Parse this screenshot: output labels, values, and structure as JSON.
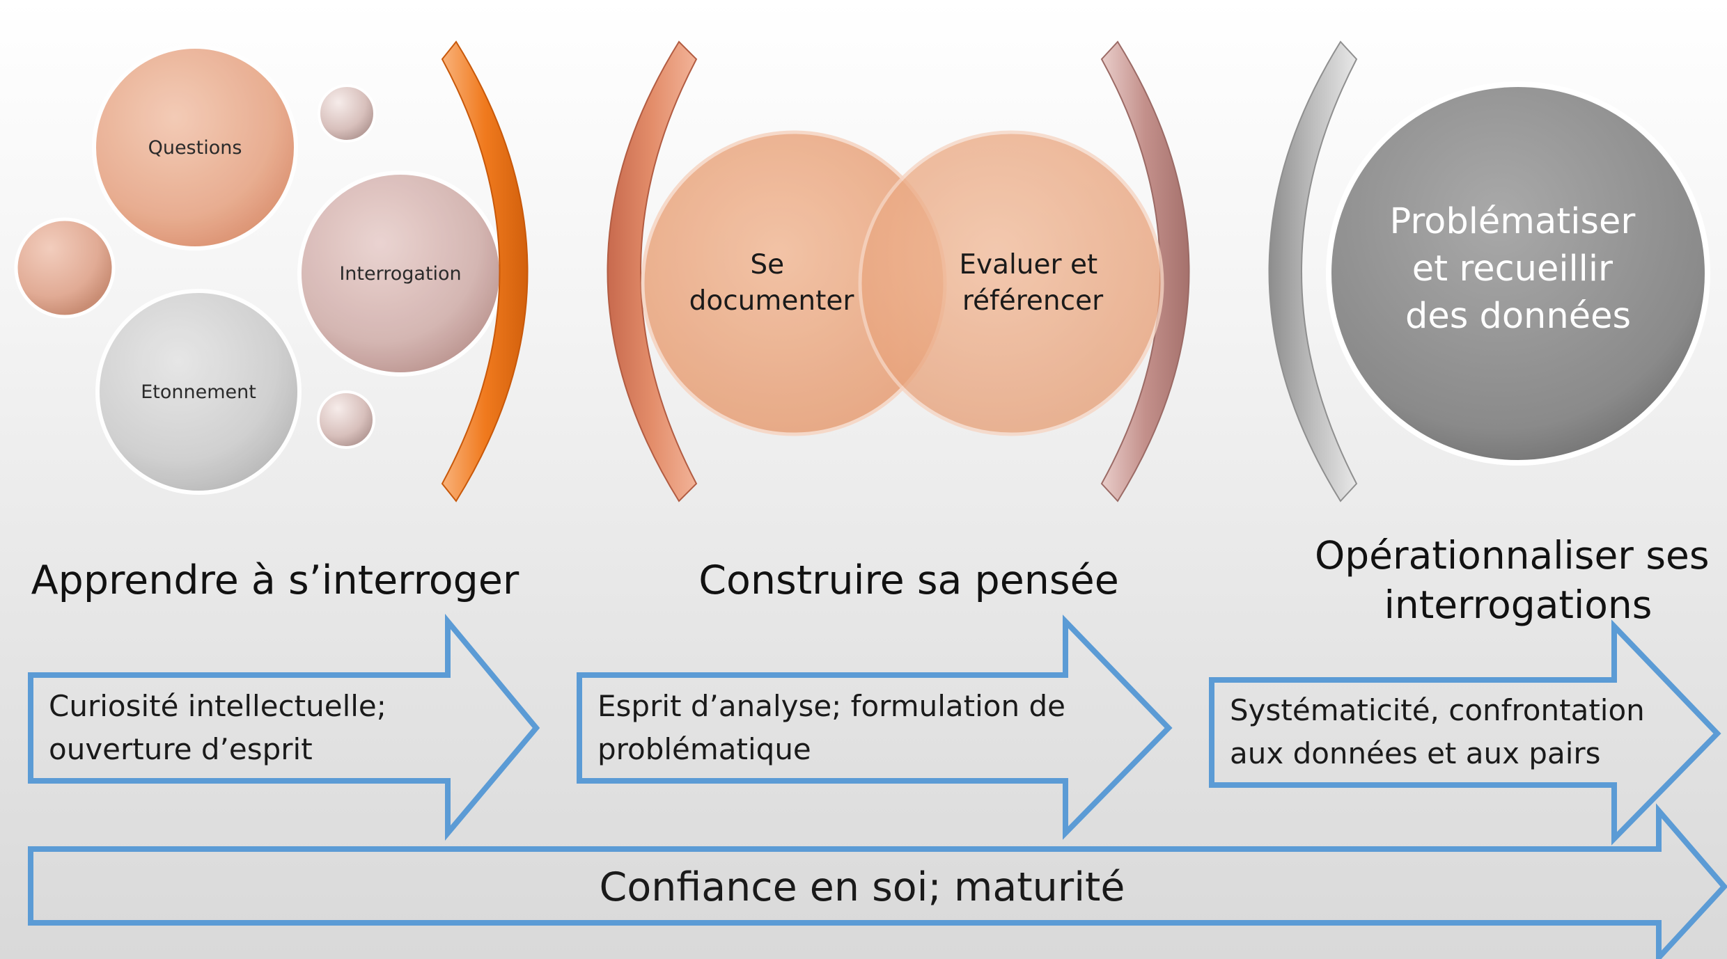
{
  "bubbles": {
    "questions": "Questions",
    "interrogation": "Interrogation",
    "etonnement": "Etonnement"
  },
  "venn": {
    "left": [
      "Se",
      "documenter"
    ],
    "right": [
      "Evaluer et",
      "référencer"
    ]
  },
  "grey_circle": [
    "Problématiser",
    "et recueillir",
    "des données"
  ],
  "phases": {
    "phase1": "Apprendre à s’interroger",
    "phase2": "Construire sa pensée",
    "phase3": [
      "Opérationnaliser ses",
      "interrogations"
    ]
  },
  "arrows": {
    "arrow1": [
      "Curiosité intellectuelle;",
      "ouverture d’esprit"
    ],
    "arrow2": [
      "Esprit d’analyse; formulation de",
      "problématique"
    ],
    "arrow3": [
      "Systématicité, confrontation",
      "aux données et aux pairs"
    ],
    "bottom": "Confiance en soi; maturité"
  },
  "colors": {
    "peach": "#e8a07a",
    "orange_bracket": "#f07a1e",
    "rose_bracket": "#c08a86",
    "grey": "#8c8c8c",
    "arrow_outline": "#5b9bd5"
  }
}
